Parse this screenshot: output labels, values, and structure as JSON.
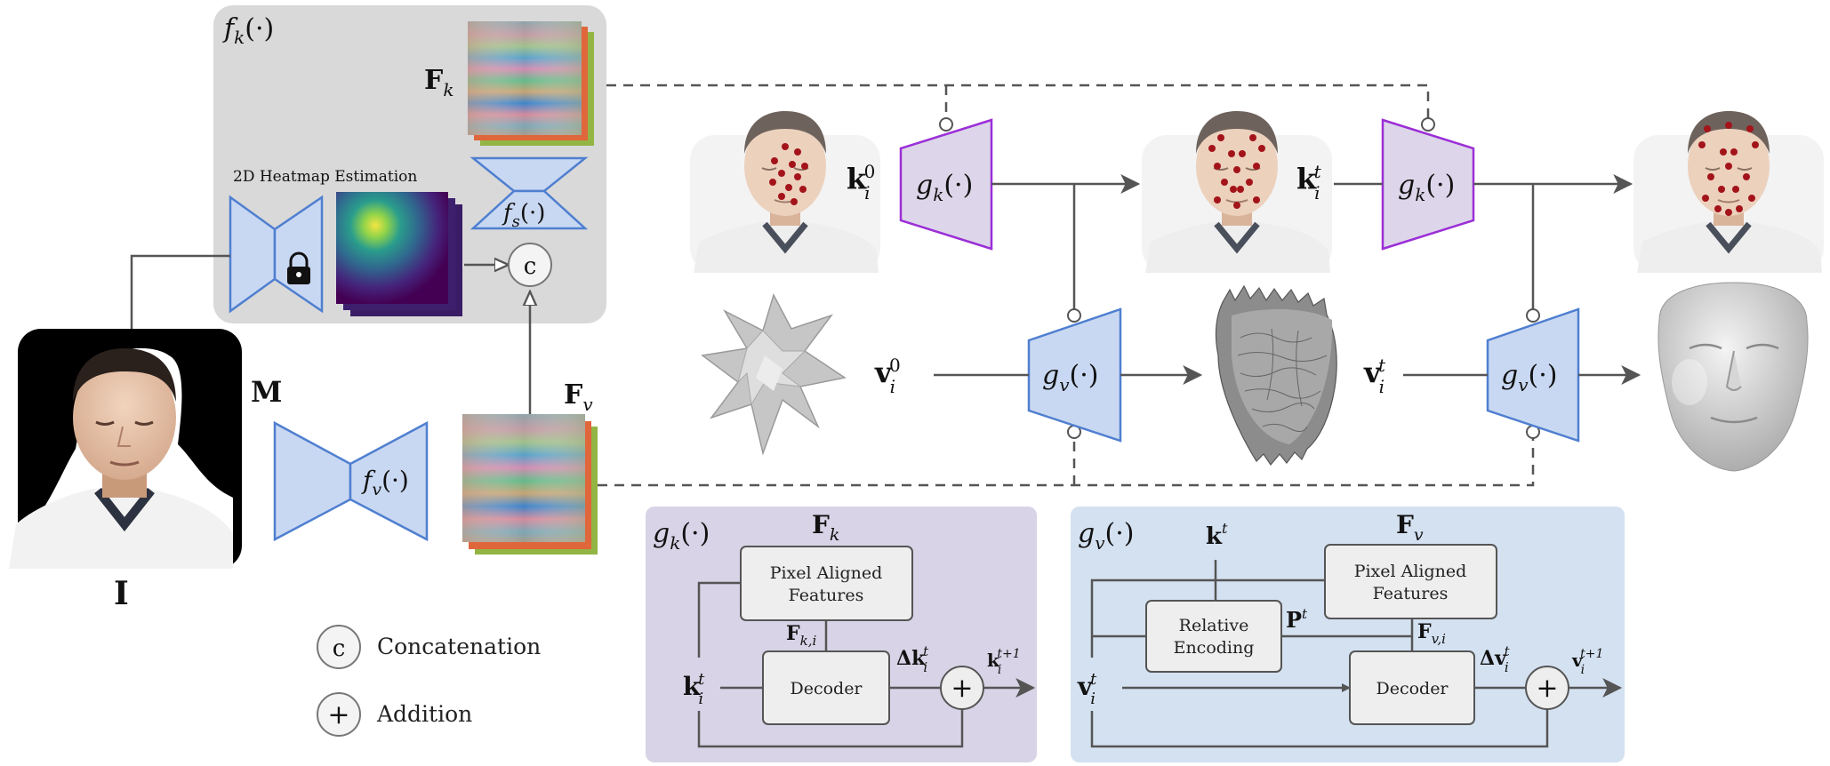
{
  "encoder_k": {
    "title_fn": "f",
    "title_sub": "k",
    "title_arg": "(·)",
    "heatmap_label": "2D Heatmap Estimation",
    "feature_label": "F",
    "feature_sub": "k",
    "fs_fn": "f",
    "fs_sub": "s",
    "fs_arg": "(·)"
  },
  "encoder_v": {
    "fn": "f",
    "sub": "v",
    "arg": "(·)",
    "feature_label": "F",
    "feature_sub": "v"
  },
  "inputs": {
    "image_label": "I",
    "mask_label": "M"
  },
  "pipeline": {
    "gk_fn": "g",
    "gk_sub": "k",
    "gv_fn": "g",
    "gv_sub": "v",
    "arg": "(·)",
    "k0": "k",
    "k0_sub": "i",
    "k0_sup": "0",
    "kt": "k",
    "kt_sub": "i",
    "kt_sup": "t",
    "v0": "v",
    "v0_sub": "i",
    "v0_sup": "0",
    "vt": "v",
    "vt_sub": "i",
    "vt_sup": "t"
  },
  "gk_panel": {
    "title_fn": "g",
    "title_sub": "k",
    "title_arg": "(·)",
    "feature": "F",
    "feature_sub": "k",
    "pixel_aligned_line1": "Pixel Aligned",
    "pixel_aligned_line2": "Features",
    "sampled": "F",
    "sampled_sub": "k,i",
    "decoder": "Decoder",
    "delta": "Δk",
    "delta_sub": "i",
    "delta_sup": "t",
    "input": "k",
    "input_sub": "i",
    "input_sup": "t",
    "output": "k",
    "output_sub": "i",
    "output_sup": "t+1"
  },
  "gv_panel": {
    "title_fn": "g",
    "title_sub": "v",
    "title_arg": "(·)",
    "kt": "k",
    "kt_sup": "t",
    "feature": "F",
    "feature_sub": "v",
    "pixel_aligned_line1": "Pixel Aligned",
    "pixel_aligned_line2": "Features",
    "relative_line1": "Relative",
    "relative_line2": "Encoding",
    "pt": "P",
    "pt_sup": "t",
    "sampled": "F",
    "sampled_sub": "v,i",
    "decoder": "Decoder",
    "delta": "Δv",
    "delta_sub": "i",
    "delta_sup": "t",
    "input": "v",
    "input_sub": "i",
    "input_sup": "t",
    "output": "v",
    "output_sub": "i",
    "output_sup": "t+1"
  },
  "legend": {
    "concat_symbol": "c",
    "concat_label": "Concatenation",
    "add_symbol": "+",
    "add_label": "Addition"
  },
  "colors": {
    "gray_panel": "#d9d9d9",
    "purple_panel": "#d8d3e6",
    "blue_panel": "#d4e1f1",
    "encoder_fill": "#c9d8f2",
    "encoder_stroke": "#4f7fd0",
    "gk_fill": "#ddd6ea",
    "gk_stroke": "#9b2fd6",
    "box_fill": "#eeeeee",
    "line": "#555555"
  }
}
